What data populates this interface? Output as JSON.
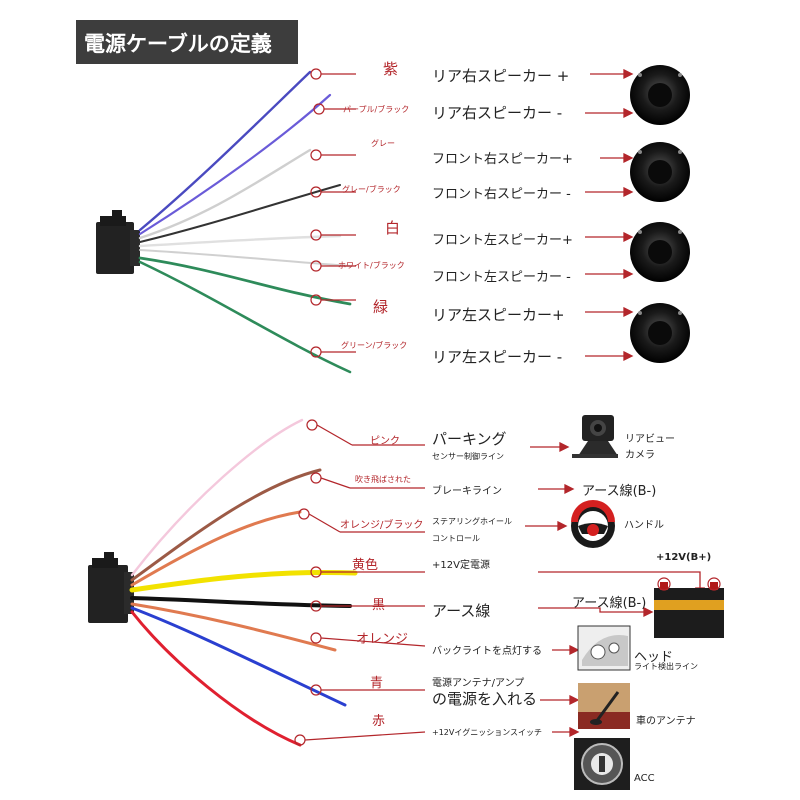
{
  "title": "電源ケーブルの定義",
  "colors": {
    "accent_red": "#b3262b",
    "title_bg": "#3d3d3d",
    "purple": "#4a4ac0",
    "gray": "#c8c8c8",
    "white": "#e8e8e8",
    "green": "#2e8b5a",
    "pink": "#f4c8dc",
    "brown": "#9c5a46",
    "orange": "#e07a50",
    "yellow": "#f2e200",
    "black": "#111111",
    "blue": "#2a3fd0",
    "red": "#e02030"
  },
  "speaker_section": {
    "wires": [
      {
        "color_name": "紫",
        "function": "リア右スピーカー +",
        "icon": "speaker-icon"
      },
      {
        "color_name": "パープル/ブラック",
        "function": "リア右スピーカー -"
      },
      {
        "color_name": "グレー",
        "function": "フロント右スピーカー+",
        "icon": "speaker-icon"
      },
      {
        "color_name": "グレー/ブラック",
        "function": "フロント右スピーカー -"
      },
      {
        "color_name": "白",
        "function": "フロント左スピーカー+",
        "icon": "speaker-icon"
      },
      {
        "color_name": "ホワイト/ブラック",
        "function": "フロント左スピーカー -"
      },
      {
        "color_name": "緑",
        "function": "リア左スピーカー+",
        "icon": "speaker-icon"
      },
      {
        "color_name": "グリーン/ブラック",
        "function": "リア左スピーカー -"
      }
    ]
  },
  "power_section": {
    "wires": [
      {
        "color_name": "ピンク",
        "function": "パーキング",
        "sub": "センサー制御ライン",
        "target": "リアビュー",
        "target_sub": "カメラ",
        "icon": "camera-icon"
      },
      {
        "color_name": "吹き飛ばされた",
        "function": "ブレーキライン",
        "target": "アース線(B-)"
      },
      {
        "color_name": "オレンジ/ブラック",
        "function": "ステアリングホイール",
        "sub": "コントロール",
        "target": "ハンドル",
        "icon": "steering-wheel-icon"
      },
      {
        "color_name": "黄色",
        "function": "+12V定電源",
        "target": "+12V(B+)",
        "icon": "battery-icon"
      },
      {
        "color_name": "黒",
        "function": "アース線",
        "target": "アース線(B-)"
      },
      {
        "color_name": "オレンジ",
        "function": "バックライトを点灯する",
        "target": "ヘッド",
        "target_sub": "ライト検出ライン",
        "icon": "headlight-icon"
      },
      {
        "color_name": "青",
        "function": "電源アンテナ/アンプ",
        "sub": "の電源を入れる",
        "target": "車のアンテナ",
        "icon": "antenna-icon"
      },
      {
        "color_name": "赤",
        "function": "+12Vイグニッションスイッチ",
        "target": "ACC",
        "icon": "ignition-icon"
      }
    ]
  }
}
